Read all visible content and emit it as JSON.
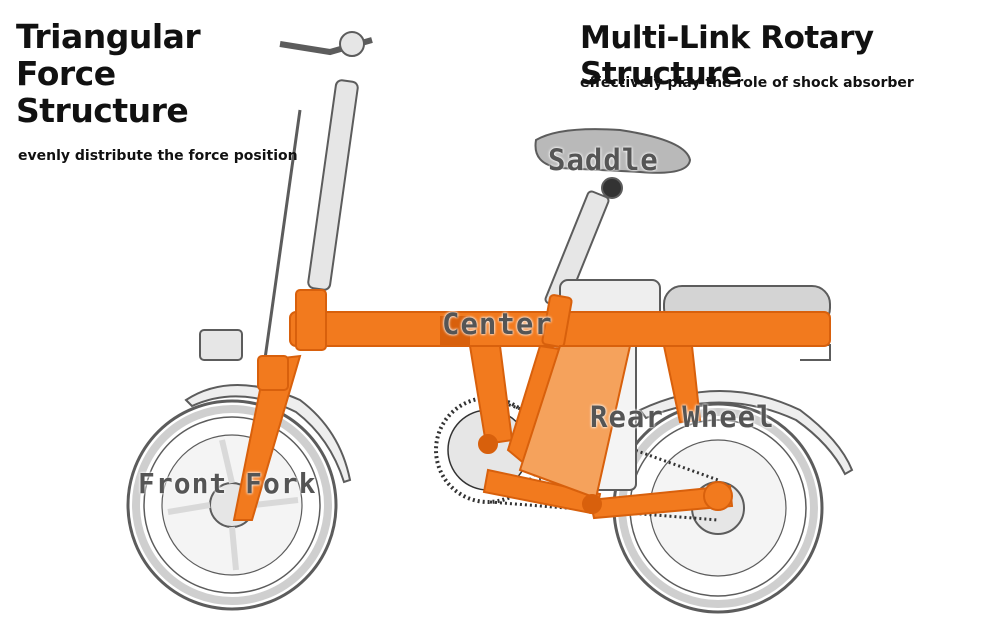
{
  "headings": {
    "left_lines": [
      "Triangular",
      "Force",
      "Structure"
    ],
    "left_caption": "evenly distribute the force position",
    "right_title": "Multi-Link Rotary Structure",
    "right_caption": "effectively play the role of shock absorber"
  },
  "labels": {
    "saddle": "Saddle",
    "center": "Center",
    "rear_wheel": "Rear Wheel",
    "front_fork": "Front Fork"
  },
  "colors": {
    "frame_highlight": "#f27a1e",
    "frame_highlight_dark": "#d8600c",
    "line_art": "#5c5c5c",
    "part_fill": "#e6e6e6",
    "label_text": "#555555",
    "background": "#ffffff"
  }
}
